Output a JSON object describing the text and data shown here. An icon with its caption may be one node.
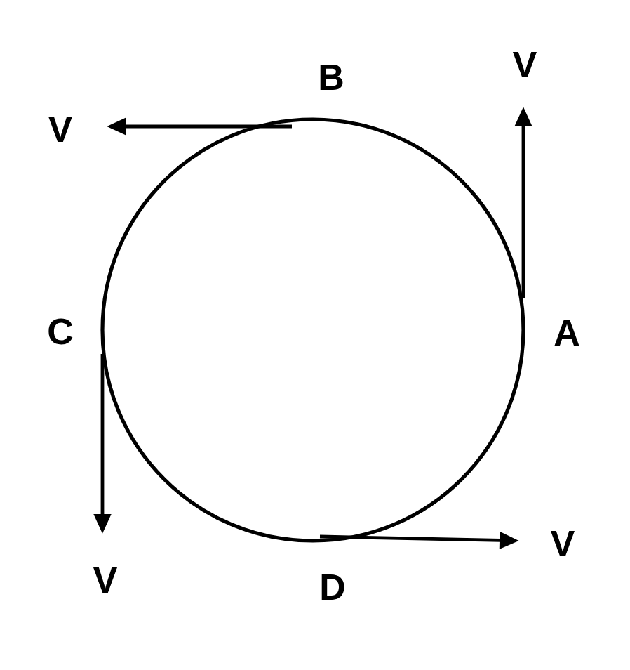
{
  "diagram": {
    "labels": [
      "V",
      "B",
      "V",
      "C",
      "A",
      "V",
      "V",
      "D"
    ]
  }
}
